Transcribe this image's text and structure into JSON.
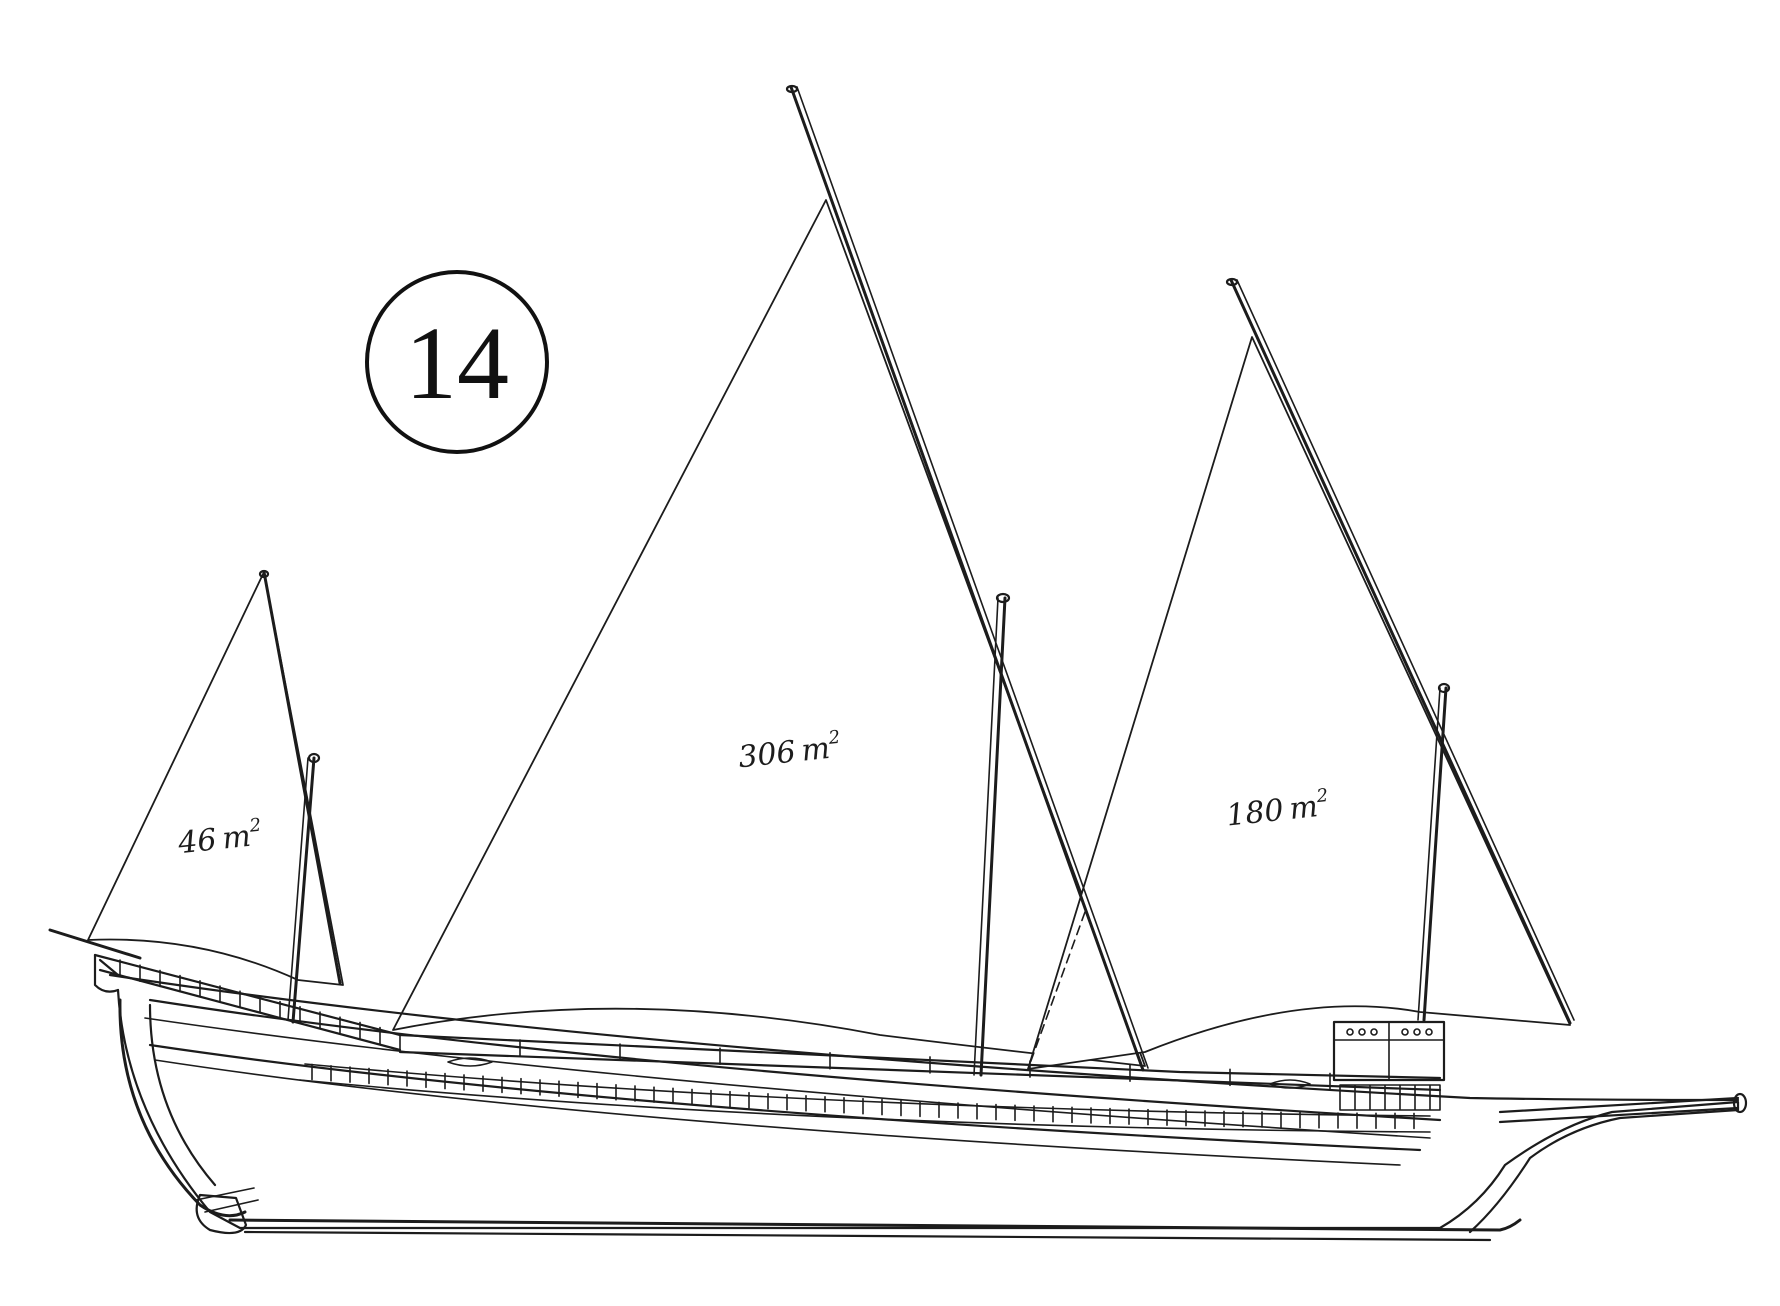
{
  "figure": {
    "number": "14"
  },
  "sails": {
    "fore": {
      "area": "46",
      "unit": "m",
      "exponent": "2"
    },
    "main": {
      "area": "306",
      "unit": "m",
      "exponent": "2"
    },
    "mizzen": {
      "area": "180",
      "unit": "m",
      "exponent": "2"
    }
  }
}
